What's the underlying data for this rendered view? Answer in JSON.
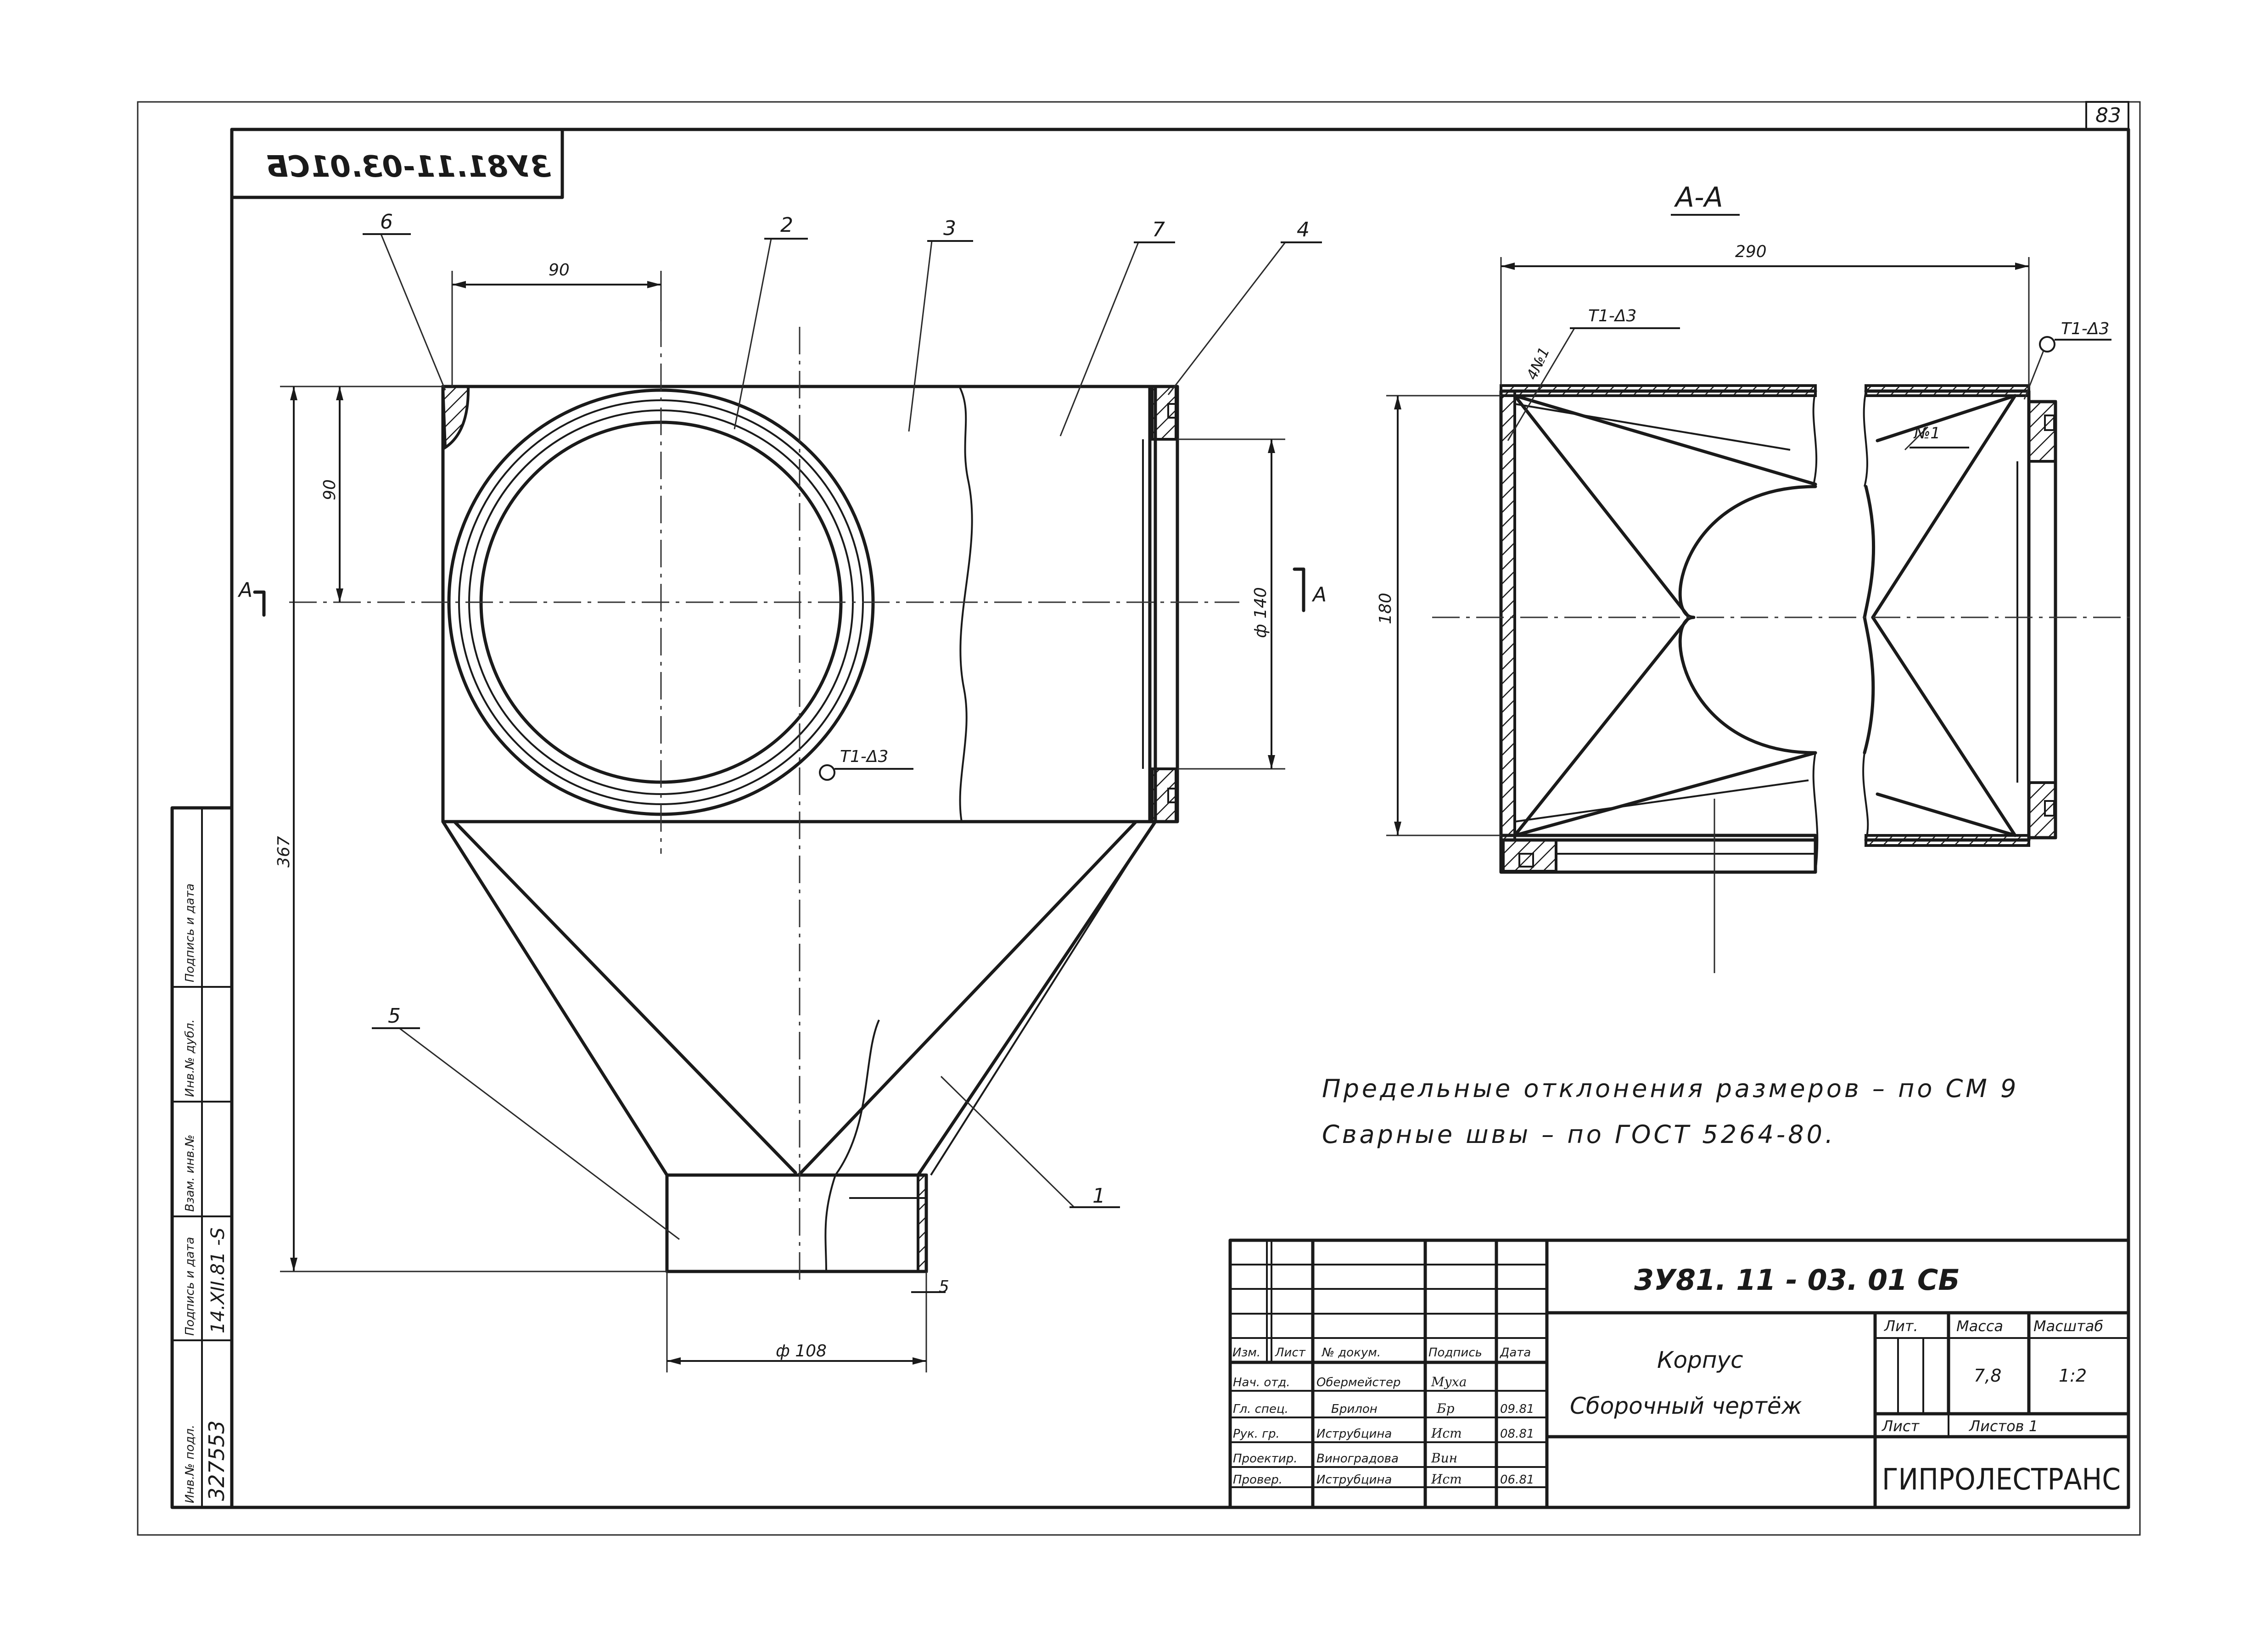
{
  "sheet": {
    "number": "83"
  },
  "stamp": {
    "code_mirrored": "3У81.11-03.01СБ"
  },
  "section": {
    "title": "А-А"
  },
  "dimensions": {
    "top_width": "90",
    "top_height": "90",
    "overall_height": "367",
    "inlet_diameter": "ф 140",
    "outlet_diameter": "ф 108",
    "wall": "5",
    "section_width": "290",
    "section_height": "180"
  },
  "callouts": {
    "p1": "1",
    "p2": "2",
    "p3": "3",
    "p4": "4",
    "p5": "5",
    "p6": "6",
    "p7": "7"
  },
  "welds": {
    "main": "Т1-Δ3",
    "section_left": "Т1-Δ3",
    "section_right": "Т1-Δ3",
    "seam_left": "4№1",
    "seam_right": "№1"
  },
  "section_markers": {
    "left": "А",
    "right": "А"
  },
  "notes": [
    "Предельные отклонения размеров – по СМ 9",
    "Сварные швы – по ГОСТ 5264-80."
  ],
  "left_strip": {
    "labels": [
      "Инв.№ подл.",
      "Подпись и дата",
      "Взам. инв.№",
      "Инв.№ дубл.",
      "Подпись и дата"
    ],
    "inv_number": "327553",
    "inv_date": "14.XII.81 -S"
  },
  "title_block": {
    "document_code": "3У81. 11 - 03. 01 СБ",
    "name_line1": "Корпус",
    "name_line2": "Сборочный чертёж",
    "headers": {
      "izm": "Изм.",
      "list": "Лист",
      "doc": "№ докум.",
      "sign": "Подпись",
      "date": "Дата"
    },
    "roles": [
      {
        "role": "Нач. отд.",
        "name": "Обермейстер",
        "sign": "Муха",
        "date": ""
      },
      {
        "role": "Гл. спец.",
        "name": "Брилон",
        "sign": "Бр",
        "date": "09.81"
      },
      {
        "role": "Рук. гр.",
        "name": "Иструбцина",
        "sign": "Ист",
        "date": "08.81"
      },
      {
        "role": "Проектир.",
        "name": "Виноградова",
        "sign": "Вин",
        "date": ""
      },
      {
        "role": "Провер.",
        "name": "Иструбцина",
        "sign": "Ист",
        "date": "06.81"
      }
    ],
    "lit_label": "Лит.",
    "mass_label": "Масса",
    "scale_label": "Масштаб",
    "mass": "7,8",
    "scale": "1:2",
    "sheet_label": "Лист",
    "sheets_label": "Листов 1",
    "org": "ГИПРОЛЕСТРАНС"
  }
}
